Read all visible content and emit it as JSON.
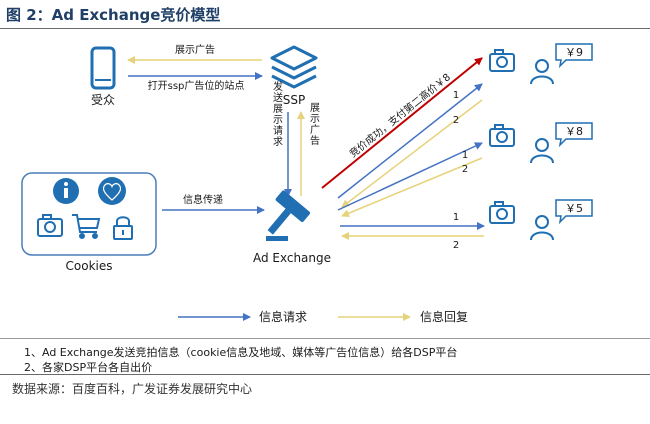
{
  "title": "图 2：Ad Exchange竞价模型",
  "diagram": {
    "user_label": "受众",
    "ssp_label": "SSP",
    "adx_label": "Ad Exchange",
    "cookies_label": "Cookies",
    "edge_show_ad": "展示广告",
    "edge_open_site": "打开ssp广告位的站点",
    "edge_send_request": "发送展示请求",
    "edge_show_ad_vertical": "展示广告",
    "edge_info_pass": "信息传递",
    "win_label": "竞价成功，支付第二高价￥8",
    "bid_prices": [
      "￥9",
      "￥8",
      "￥5"
    ],
    "step1": "1",
    "step2": "2",
    "legend_request": "信息请求",
    "legend_reply": "信息回复"
  },
  "colors": {
    "blue": "#4472c4",
    "yellow": "#e6d27a",
    "red": "#c00000",
    "icon_blue": "#1f6fb2"
  },
  "notes": [
    "1、Ad Exchange发送竞拍信息（cookie信息及地域、媒体等广告位信息）给各DSP平台",
    "2、各家DSP平台各自出价"
  ],
  "source": "数据来源：百度百科，广发证券发展研究中心"
}
